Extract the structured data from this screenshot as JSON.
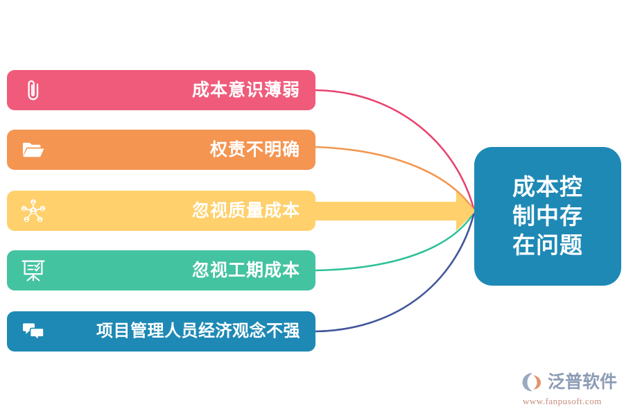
{
  "diagram": {
    "title": "成本控制中存在问题",
    "background_color": "#ffffff",
    "items": [
      {
        "label": "成本意识薄弱",
        "color": "#F05B7B",
        "line_color": "#E8436E",
        "icon": "paperclip-icon"
      },
      {
        "label": "权责不明确",
        "color": "#F49551",
        "line_color": "#F2974F",
        "icon": "folder-open-icon"
      },
      {
        "label": "忽视质量成本",
        "color": "#FFD06B",
        "line_color": "#FFD06B",
        "icon": "network-nodes-icon"
      },
      {
        "label": "忽视工期成本",
        "color": "#44C3A1",
        "line_color": "#2EC198",
        "icon": "presentation-board-icon"
      },
      {
        "label": "项目管理人员经济观念不强",
        "color": "#1E89B5",
        "line_color": "#41569B",
        "icon": "chat-bubbles-icon"
      }
    ],
    "result": {
      "text": "成本控\n制中存\n在问题",
      "color": "#1E89B5"
    }
  },
  "watermark": {
    "brand": "泛普软件",
    "url": "www.fanpusoft.com",
    "brand_color": "#8c9bb5",
    "url_color": "#c58c7a",
    "logo_icon": "fanpu-logo-icon"
  }
}
